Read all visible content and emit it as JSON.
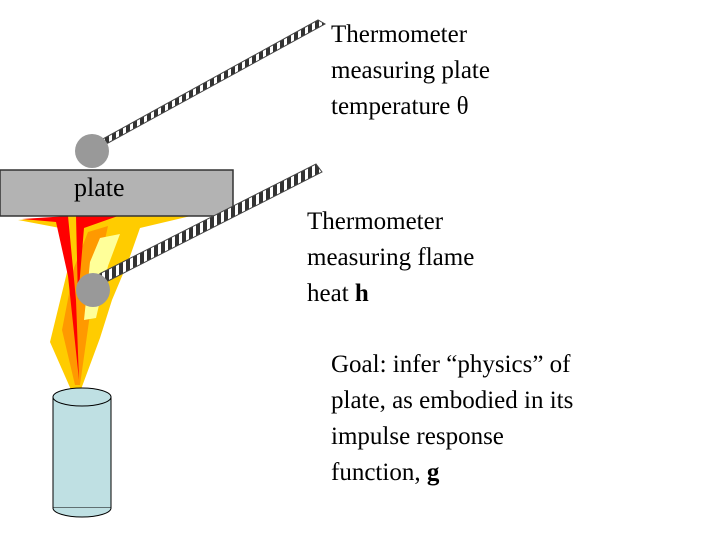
{
  "plate": {
    "label": "plate"
  },
  "thermometer_plate": {
    "line1": "Thermometer",
    "line2": "measuring plate",
    "line3_text": "temperature ",
    "line3_symbol": "θ"
  },
  "thermometer_flame": {
    "line1": "Thermometer",
    "line2": "measuring flame",
    "line3_text": "heat ",
    "line3_bold": "h"
  },
  "goal": {
    "line1": "Goal: infer “physics” of",
    "line2": "plate, as embodied in its",
    "line3": "impulse response",
    "line4_text": "function, ",
    "line4_bold": "g"
  },
  "colors": {
    "plate_fill": "#b3b3b3",
    "probe_gray": "#999999",
    "flame_red": "#ff0000",
    "flame_orange": "#ff9900",
    "flame_yellow": "#ffcc00",
    "flame_light": "#ffff99",
    "candle_fill": "#bfe0e3"
  }
}
